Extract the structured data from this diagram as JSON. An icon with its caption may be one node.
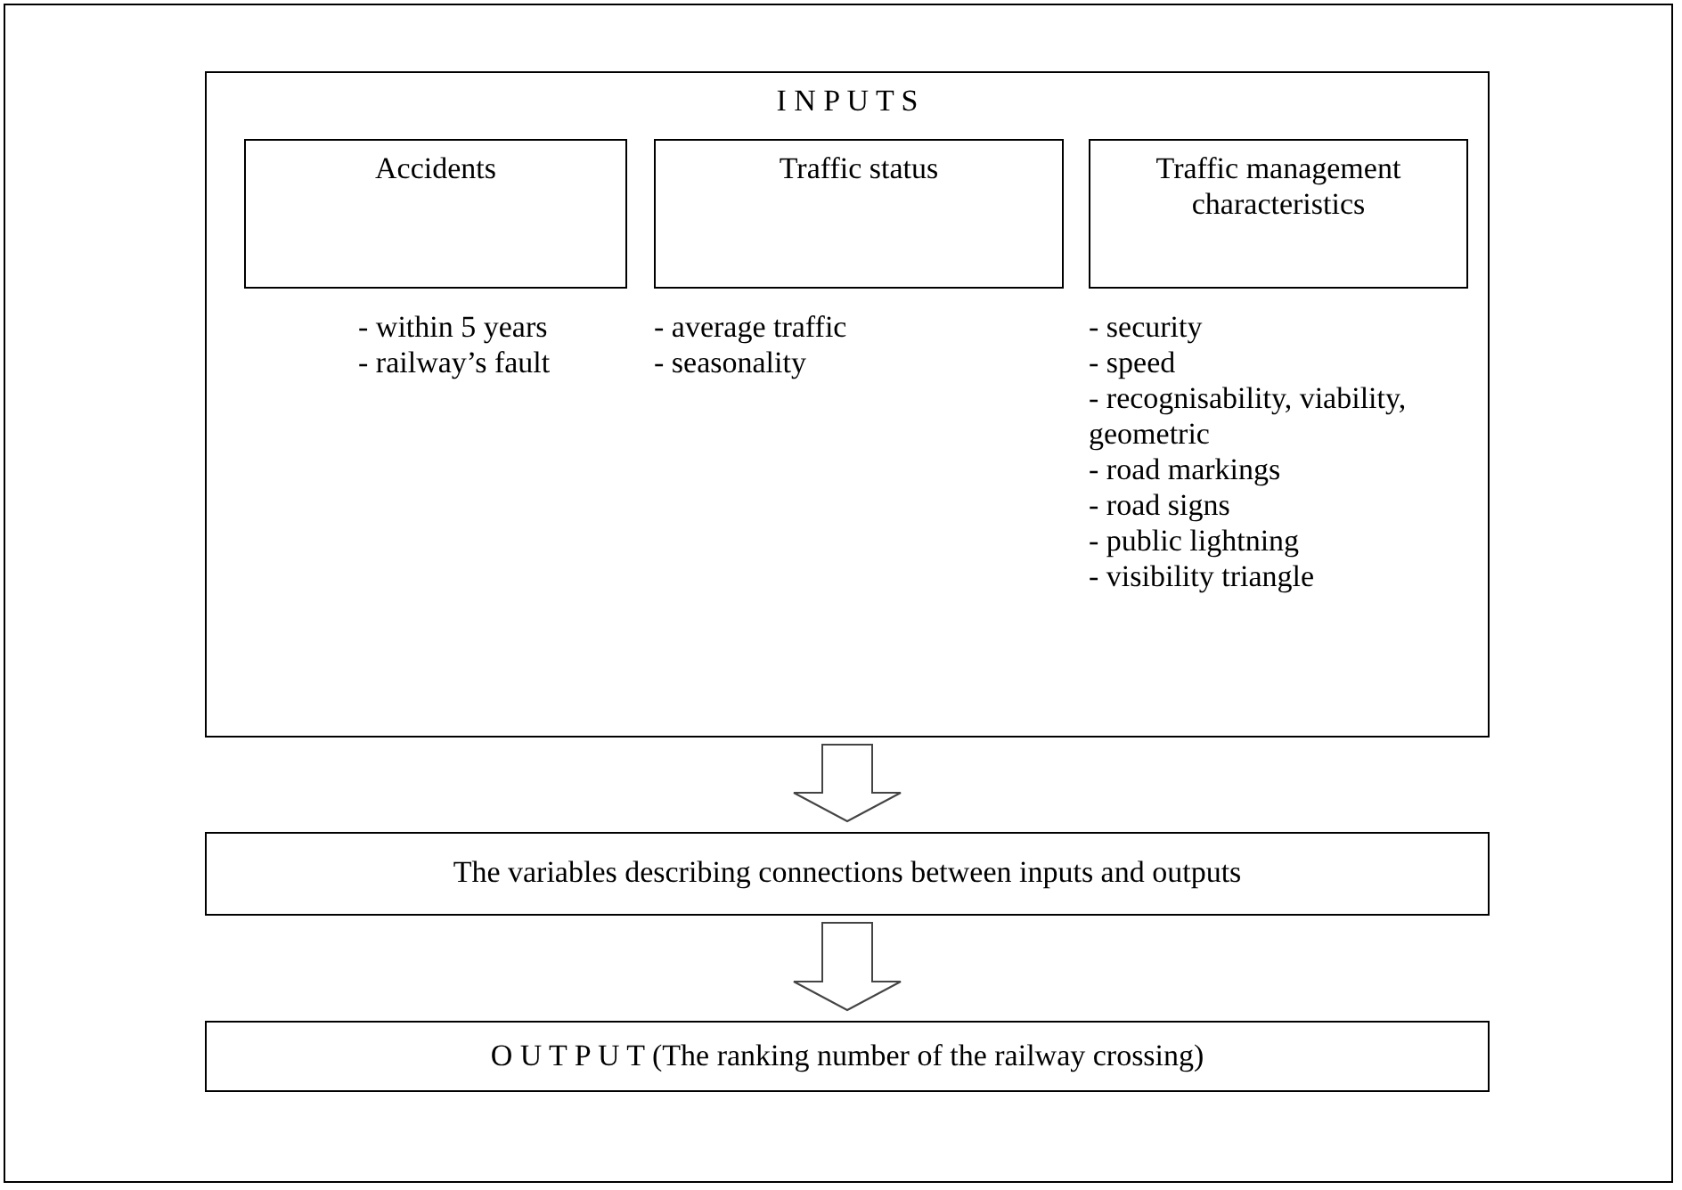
{
  "diagram": {
    "nodes": [
      {
        "text": [
          "I N P U T S"
        ]
      },
      {
        "text": [
          "Accidents"
        ],
        "in": 0,
        "beside": [
          "- within 5 years",
          "- railway’s fault"
        ]
      },
      {
        "text": [
          "Traffic status"
        ],
        "in": 0,
        "beside": [
          "- average traffic",
          "- seasonality"
        ]
      },
      {
        "text": [
          "Traffic management characteristics"
        ],
        "in": 0,
        "beside": [
          "- security",
          "- speed",
          "- recognisability, viability, geometric",
          "- road markings",
          "- road signs",
          "- public lightning",
          "- visibility triangle"
        ]
      },
      {
        "text": [
          "The variables describing connections between inputs and outputs"
        ]
      },
      {
        "text": [
          "O U T P U T (The ranking number of the railway crossing)"
        ]
      }
    ],
    "edges": [
      {
        "from": 0,
        "to": 4,
        "arrow": "to"
      },
      {
        "from": 4,
        "to": 5,
        "arrow": "to"
      }
    ]
  }
}
